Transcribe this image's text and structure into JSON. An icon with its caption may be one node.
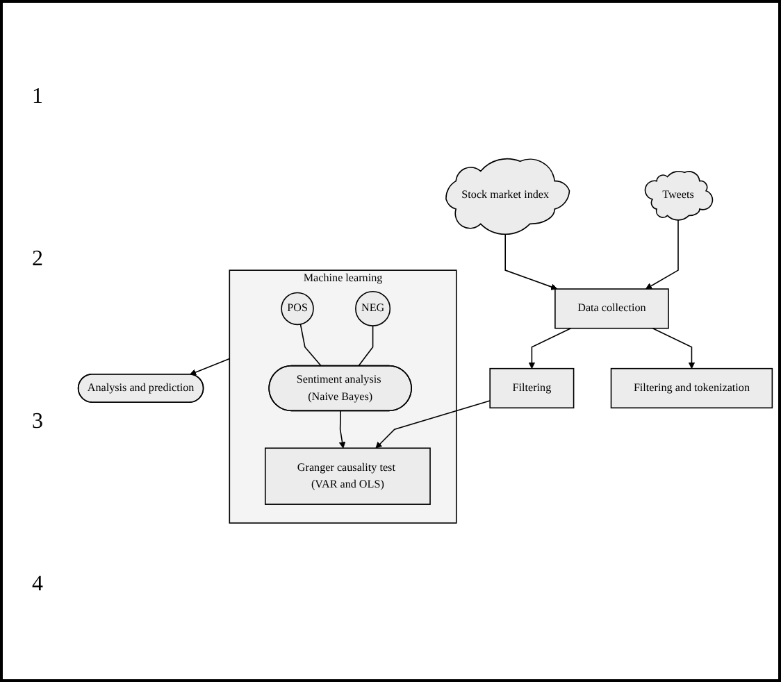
{
  "diagram": {
    "nodes": [
      {
        "text": [
          "Tweets"
        ]
      },
      {
        "text": [
          "Stock market index"
        ]
      },
      {
        "text": [
          "Data collection"
        ]
      },
      {
        "text": [
          "Filtering and tokenization"
        ]
      },
      {
        "text": [
          "Filtering"
        ]
      },
      {
        "text": [
          "Machine learning"
        ]
      },
      {
        "text": [
          "POS"
        ],
        "in": 5
      },
      {
        "text": [
          "NEG"
        ],
        "in": 5
      },
      {
        "text": [
          "Sentiment analysis (Naive Bayes)"
        ],
        "in": 5
      },
      {
        "text": [
          "Granger causality test (VAR and OLS)"
        ],
        "in": 5
      },
      {
        "text": [
          "Analysis and prediction"
        ]
      }
    ],
    "edges": [
      {
        "from": 0,
        "to": 2,
        "arrow": "to"
      },
      {
        "from": 1,
        "to": 2,
        "arrow": "to"
      },
      {
        "from": 2,
        "to": 3,
        "arrow": "to"
      },
      {
        "from": 2,
        "to": 4,
        "arrow": "to"
      },
      {
        "from": 4,
        "to": 9,
        "arrow": "to"
      },
      {
        "from": 6,
        "to": 8,
        "arrow": "none"
      },
      {
        "from": 7,
        "to": 8,
        "arrow": "none"
      },
      {
        "from": 8,
        "to": 9,
        "arrow": "to"
      },
      {
        "from": 5,
        "to": 10,
        "arrow": "to"
      }
    ],
    "labels": [
      "1",
      "2",
      "3",
      "4"
    ]
  }
}
